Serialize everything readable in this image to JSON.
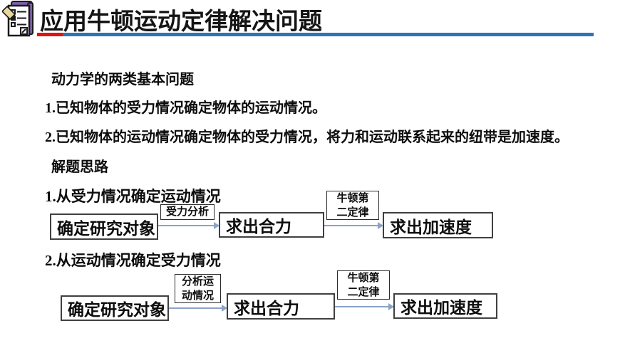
{
  "header": {
    "title": "应用牛顿运动定律解决问题",
    "icon": "notepad-pencil-icon"
  },
  "colors": {
    "underline_red": "#e01212",
    "underline_blue": "#2d74b5",
    "arrow": "#8ba3c7",
    "box_border": "#404040",
    "icon_purple": "#7c5fa8",
    "pencil_tan": "#e9d79e"
  },
  "content": {
    "section1_heading": "动力学的两类基本问题",
    "point1": "1.已知物体的受力情况确定物体的运动情况。",
    "point2": "2.已知物体的运动情况确定物体的受力情况，将力和运动联系起来的纽带是加速度。",
    "section2_heading": "解题思路",
    "flow1": {
      "heading": "1.从受力情况确定运动情况",
      "boxes": [
        "确定研究对象",
        "求出合力",
        "求出加速度"
      ],
      "arrow_labels": [
        "受力分析",
        "牛顿第\n二定律"
      ]
    },
    "flow2": {
      "heading": "2.从运动情况确定受力情况",
      "boxes": [
        "确定研究对象",
        "求出合力",
        "求出加速度"
      ],
      "arrow_labels": [
        "分析运\n动情况",
        "牛顿第\n二定律"
      ]
    }
  }
}
